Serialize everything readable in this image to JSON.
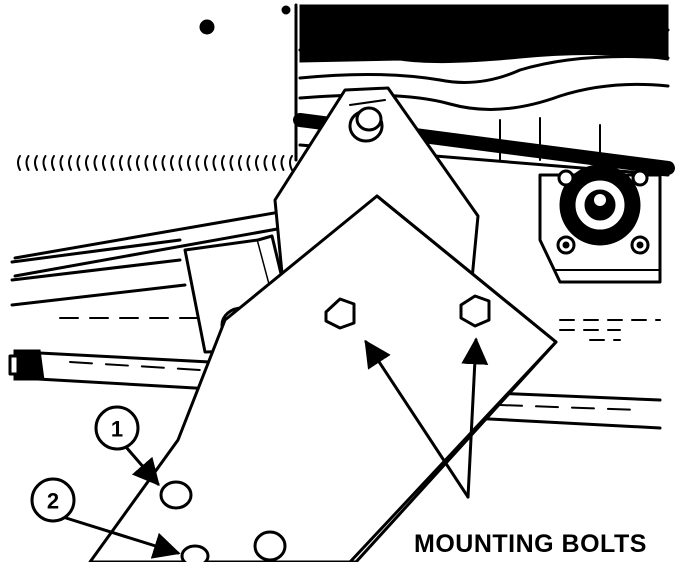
{
  "callouts": [
    {
      "number": "1"
    },
    {
      "number": "2"
    }
  ],
  "labels": {
    "mounting_bolts": "MOUNTING BOLTS"
  },
  "colors": {
    "ink": "#000000",
    "paper": "#ffffff"
  }
}
